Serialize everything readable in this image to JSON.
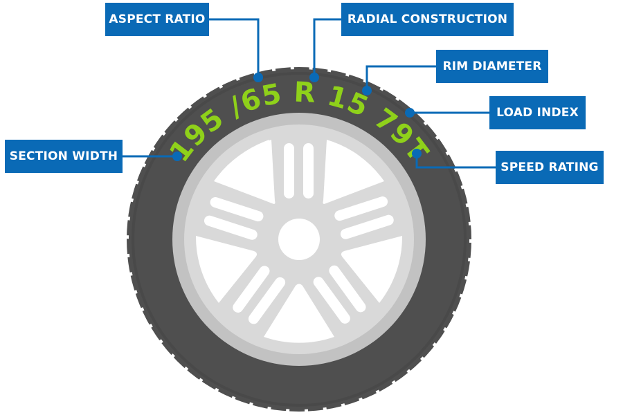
{
  "diagram": {
    "tire_code": "195 /65 R 15  79T",
    "colors": {
      "label_bg": "#0a6ab6",
      "label_text": "#ffffff",
      "connector": "#0a6ab6",
      "tire": "#4f4f4f",
      "tire_tread": "#4a4a4a",
      "rim_outer": "#c2c2c2",
      "rim_face": "#d9d9d9",
      "cutouts": "#ffffff",
      "code_text": "#8fd11a"
    },
    "labels": [
      {
        "id": "section-width",
        "text": "SECTION WIDTH"
      },
      {
        "id": "aspect-ratio",
        "text": "ASPECT RATIO"
      },
      {
        "id": "radial-construction",
        "text": "RADIAL CONSTRUCTION"
      },
      {
        "id": "rim-diameter",
        "text": "RIM DIAMETER"
      },
      {
        "id": "load-index",
        "text": "LOAD INDEX"
      },
      {
        "id": "speed-rating",
        "text": "SPEED RATING"
      }
    ]
  }
}
